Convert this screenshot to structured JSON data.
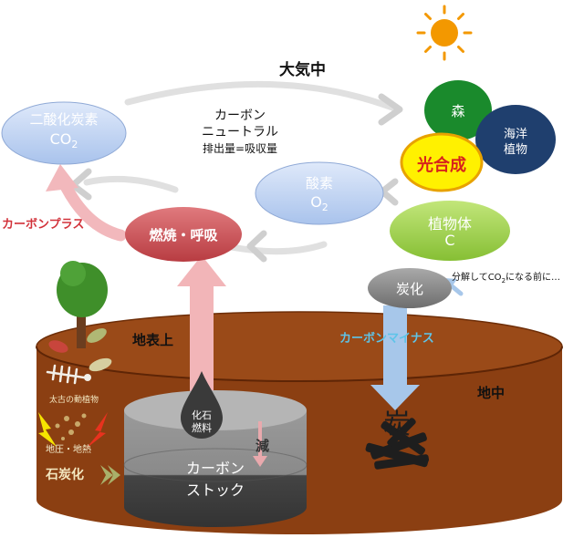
{
  "atmosphere": {
    "label": "大気中",
    "co2_title": "二酸化炭素",
    "co2_formula": "CO",
    "co2_sub": "2",
    "neutral_line1": "カーボン",
    "neutral_line2": "ニュートラル",
    "neutral_line3": "排出量=吸収量",
    "oxygen_title": "酸素",
    "oxygen_formula": "O",
    "oxygen_sub": "2",
    "combustion": "燃焼・呼吸",
    "carbon_plus": "カーボンプラス"
  },
  "plants": {
    "forest": "森",
    "ocean_line1": "海洋",
    "ocean_line2": "植物",
    "photosynthesis": "光合成",
    "plant_body": "植物体",
    "plant_c": "C",
    "carbonization": "炭化",
    "note_pre": "分解して",
    "note_co": "CO",
    "note_sub": "2",
    "note_post": "になる前に…"
  },
  "ground": {
    "surface": "地表上",
    "underground": "地中",
    "carbon_minus": "カーボンマイナス",
    "charcoal": "炭",
    "ancient": "太古の動植物",
    "pressure_heat": "地圧・地熱",
    "coalification": "石炭化",
    "fossil_line1": "化石",
    "fossil_line2": "燃料",
    "decrease": "減",
    "stock_line1": "カーボン",
    "stock_line2": "ストック"
  },
  "colors": {
    "co2_blue": "#b8cff0",
    "combustion_red": "#c85055",
    "photosynthesis_yellow": "#fff100",
    "forest_green": "#1a8a2c",
    "ocean_navy": "#1f3f6e",
    "plant_green": "#9ad045",
    "soil_brown": "#8b3f12",
    "sun_orange": "#f39800"
  }
}
